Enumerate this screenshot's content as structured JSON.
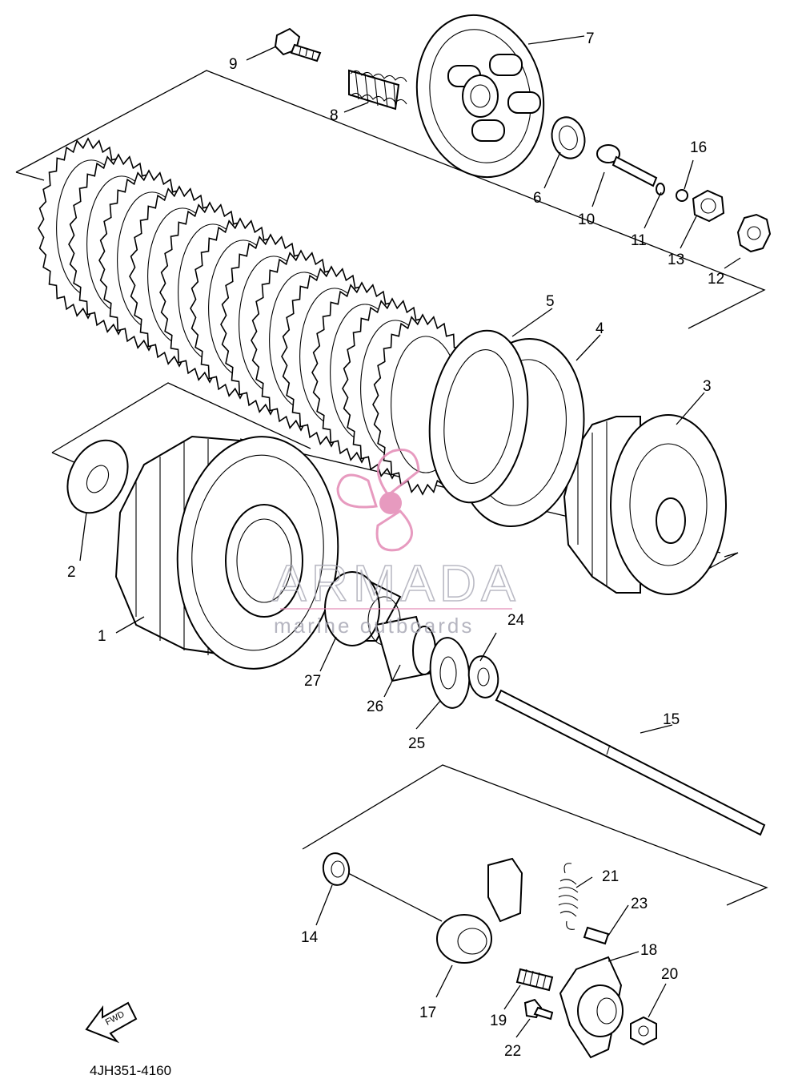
{
  "diagram": {
    "drawing_code": "4JH351-4160",
    "fwd_label": "FWD",
    "watermark": {
      "brand": "ARMADA",
      "tagline": "marine outboards",
      "accent_color": "#e389b5"
    },
    "parts": [
      {
        "ref": "1"
      },
      {
        "ref": "2"
      },
      {
        "ref": "3"
      },
      {
        "ref": "4"
      },
      {
        "ref": "5"
      },
      {
        "ref": "6"
      },
      {
        "ref": "7"
      },
      {
        "ref": "8"
      },
      {
        "ref": "9"
      },
      {
        "ref": "10"
      },
      {
        "ref": "11"
      },
      {
        "ref": "12"
      },
      {
        "ref": "13"
      },
      {
        "ref": "14"
      },
      {
        "ref": "15"
      },
      {
        "ref": "16"
      },
      {
        "ref": "17"
      },
      {
        "ref": "18"
      },
      {
        "ref": "19"
      },
      {
        "ref": "20"
      },
      {
        "ref": "21"
      },
      {
        "ref": "22"
      },
      {
        "ref": "23"
      },
      {
        "ref": "24"
      },
      {
        "ref": "25"
      },
      {
        "ref": "26"
      },
      {
        "ref": "27"
      }
    ]
  }
}
